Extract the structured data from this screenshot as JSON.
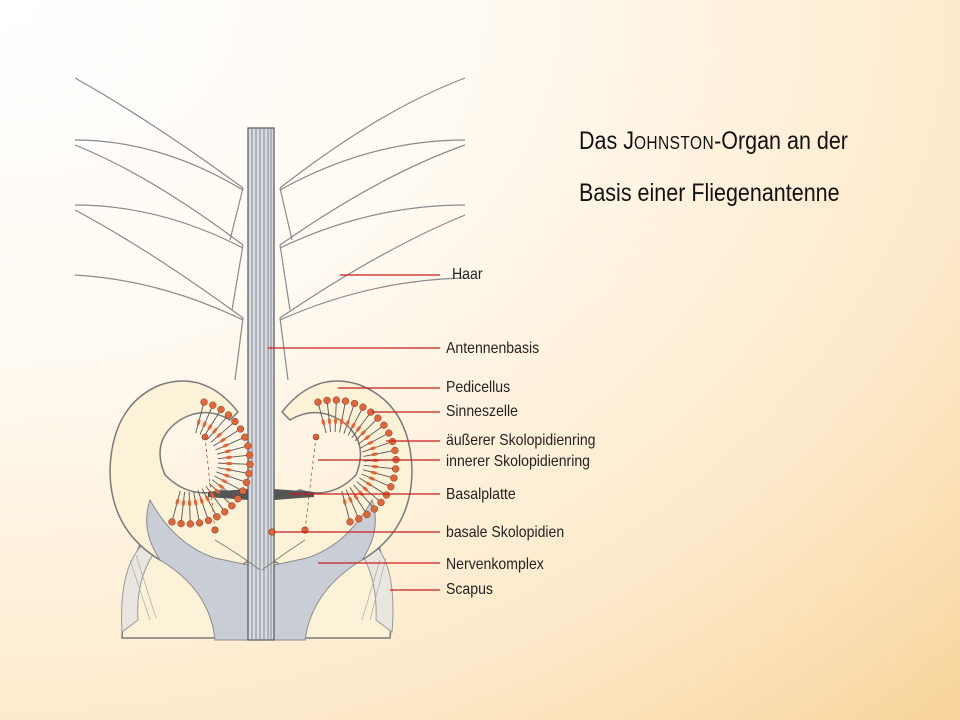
{
  "title": {
    "line1_before": "Das J",
    "line1_smallcaps": "ohnston",
    "line1_after": "-Organ an der",
    "line2": "Basis einer Fliegenantenne"
  },
  "labels": {
    "haar": "Haar",
    "antennenbasis": "Antennenbasis",
    "pedicellus": "Pedicellus",
    "sinneszelle": "Sinneszelle",
    "aeusserer_ring": "äußerer Skolopidienring",
    "innerer_ring": "innerer Skolopidienring",
    "basalplatte": "Basalplatte",
    "basale_skolopidien": "basale Skolopidien",
    "nervenkomplex": "Nervenkomplex",
    "scapus": "Scapus"
  },
  "colors": {
    "leader_line": "#c81e1e",
    "tissue_fill": "#fbf2d8",
    "tissue_stroke": "#7a7a7a",
    "inner_tissue": "#c9cdd6",
    "cell_nucleus": "#e0663a",
    "shaft": "#8a8f99"
  }
}
